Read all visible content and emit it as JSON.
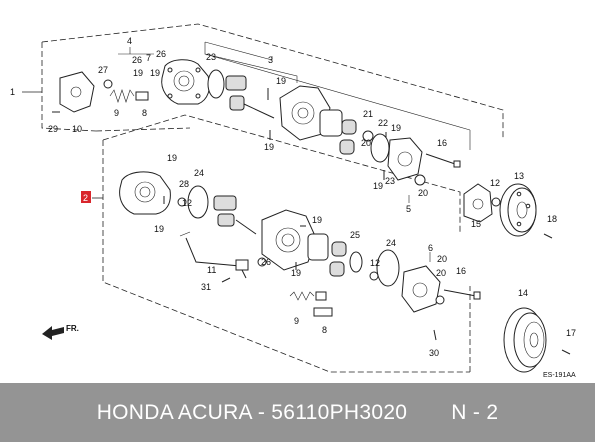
{
  "footer": {
    "part_label": "HONDA ACURA - 56110PH3020",
    "position_label": "N - 2"
  },
  "diagram": {
    "callouts": [
      "1",
      "2",
      "3",
      "4",
      "5",
      "6",
      "7",
      "8",
      "9",
      "10",
      "11",
      "12",
      "13",
      "14",
      "15",
      "16",
      "17",
      "18",
      "19",
      "20",
      "21",
      "22",
      "23",
      "24",
      "25",
      "26",
      "27",
      "28",
      "29",
      "30",
      "31"
    ],
    "direction_label": "FR.",
    "code": "ES-191AA",
    "highlight_color": "#d9262c"
  }
}
